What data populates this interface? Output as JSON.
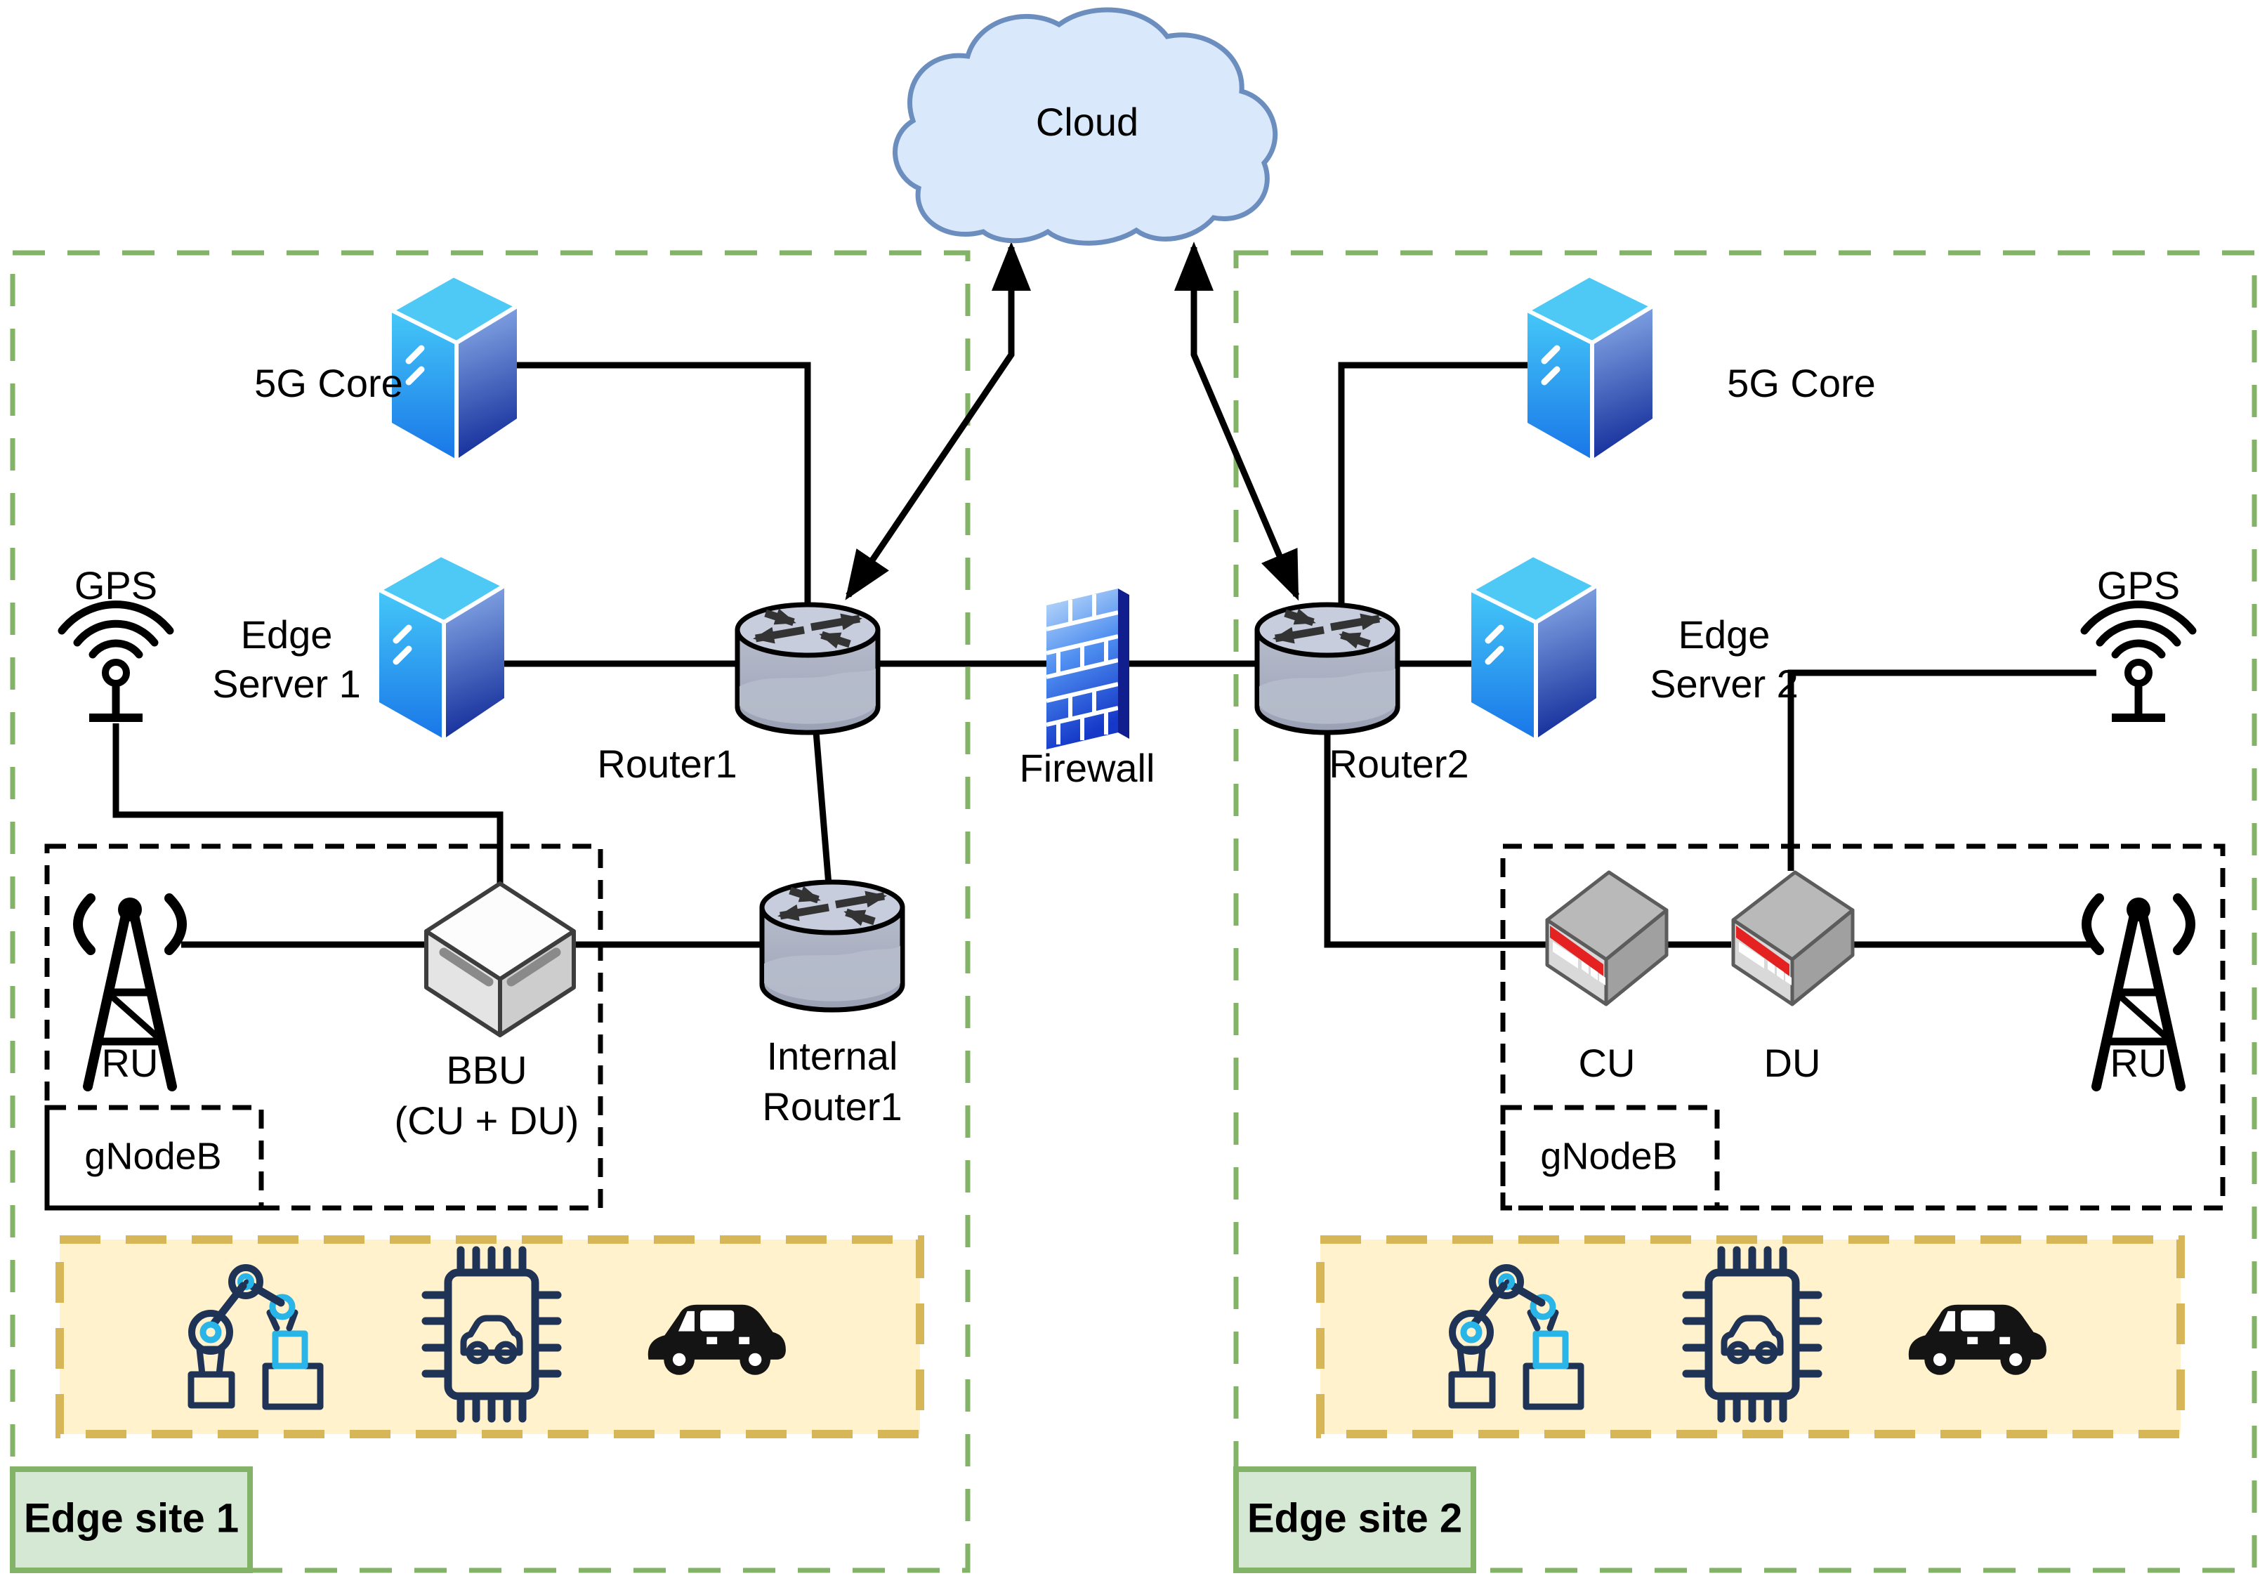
{
  "cloud": {
    "label": "Cloud"
  },
  "firewall": {
    "label": "Firewall"
  },
  "site1": {
    "label": "Edge site 1",
    "core_label": "5G Core",
    "edge_server_label_line1": "Edge",
    "edge_server_label_line2": "Server 1",
    "gps_label": "GPS",
    "router_label": "Router1",
    "internal_router_label_line1": "Internal",
    "internal_router_label_line2": "Router1",
    "ru_label": "RU",
    "bbu_label_line1": "BBU",
    "bbu_label_line2": "(CU + DU)",
    "gnodeb_label": "gNodeB"
  },
  "site2": {
    "label": "Edge site 2",
    "core_label": "5G Core",
    "edge_server_label_line1": "Edge",
    "edge_server_label_line2": "Server 2",
    "gps_label": "GPS",
    "router_label": "Router2",
    "cu_label": "CU",
    "du_label": "DU",
    "ru_label": "RU",
    "gnodeb_label": "gNodeB"
  },
  "icons": {
    "cloud": "cloud-icon",
    "server": "server-tower-icon",
    "router": "router-cylinder-icon",
    "firewall": "brick-wall-icon",
    "gps": "gps-antenna-icon",
    "ru": "radio-tower-icon",
    "bbu": "bbu-box-icon",
    "cu_du": "network-appliance-icon",
    "zone1": [
      "robot-arm-icon",
      "chip-car-icon",
      "car-icon"
    ],
    "zone2": [
      "robot-arm-icon",
      "chip-car-icon",
      "car-icon"
    ]
  },
  "colors": {
    "cloud_fill": "#dae8fc",
    "cloud_stroke": "#6c8ebf",
    "site_border": "#82b366",
    "site_label_fill": "#d5e8d4",
    "zone_fill": "#fff2cc",
    "zone_border": "#d6b656",
    "gnodeb_border": "#000000",
    "line": "#000000",
    "appliance_red": "#e52222",
    "icon_navy": "#1e3356",
    "icon_cyan": "#2ab5e9"
  }
}
